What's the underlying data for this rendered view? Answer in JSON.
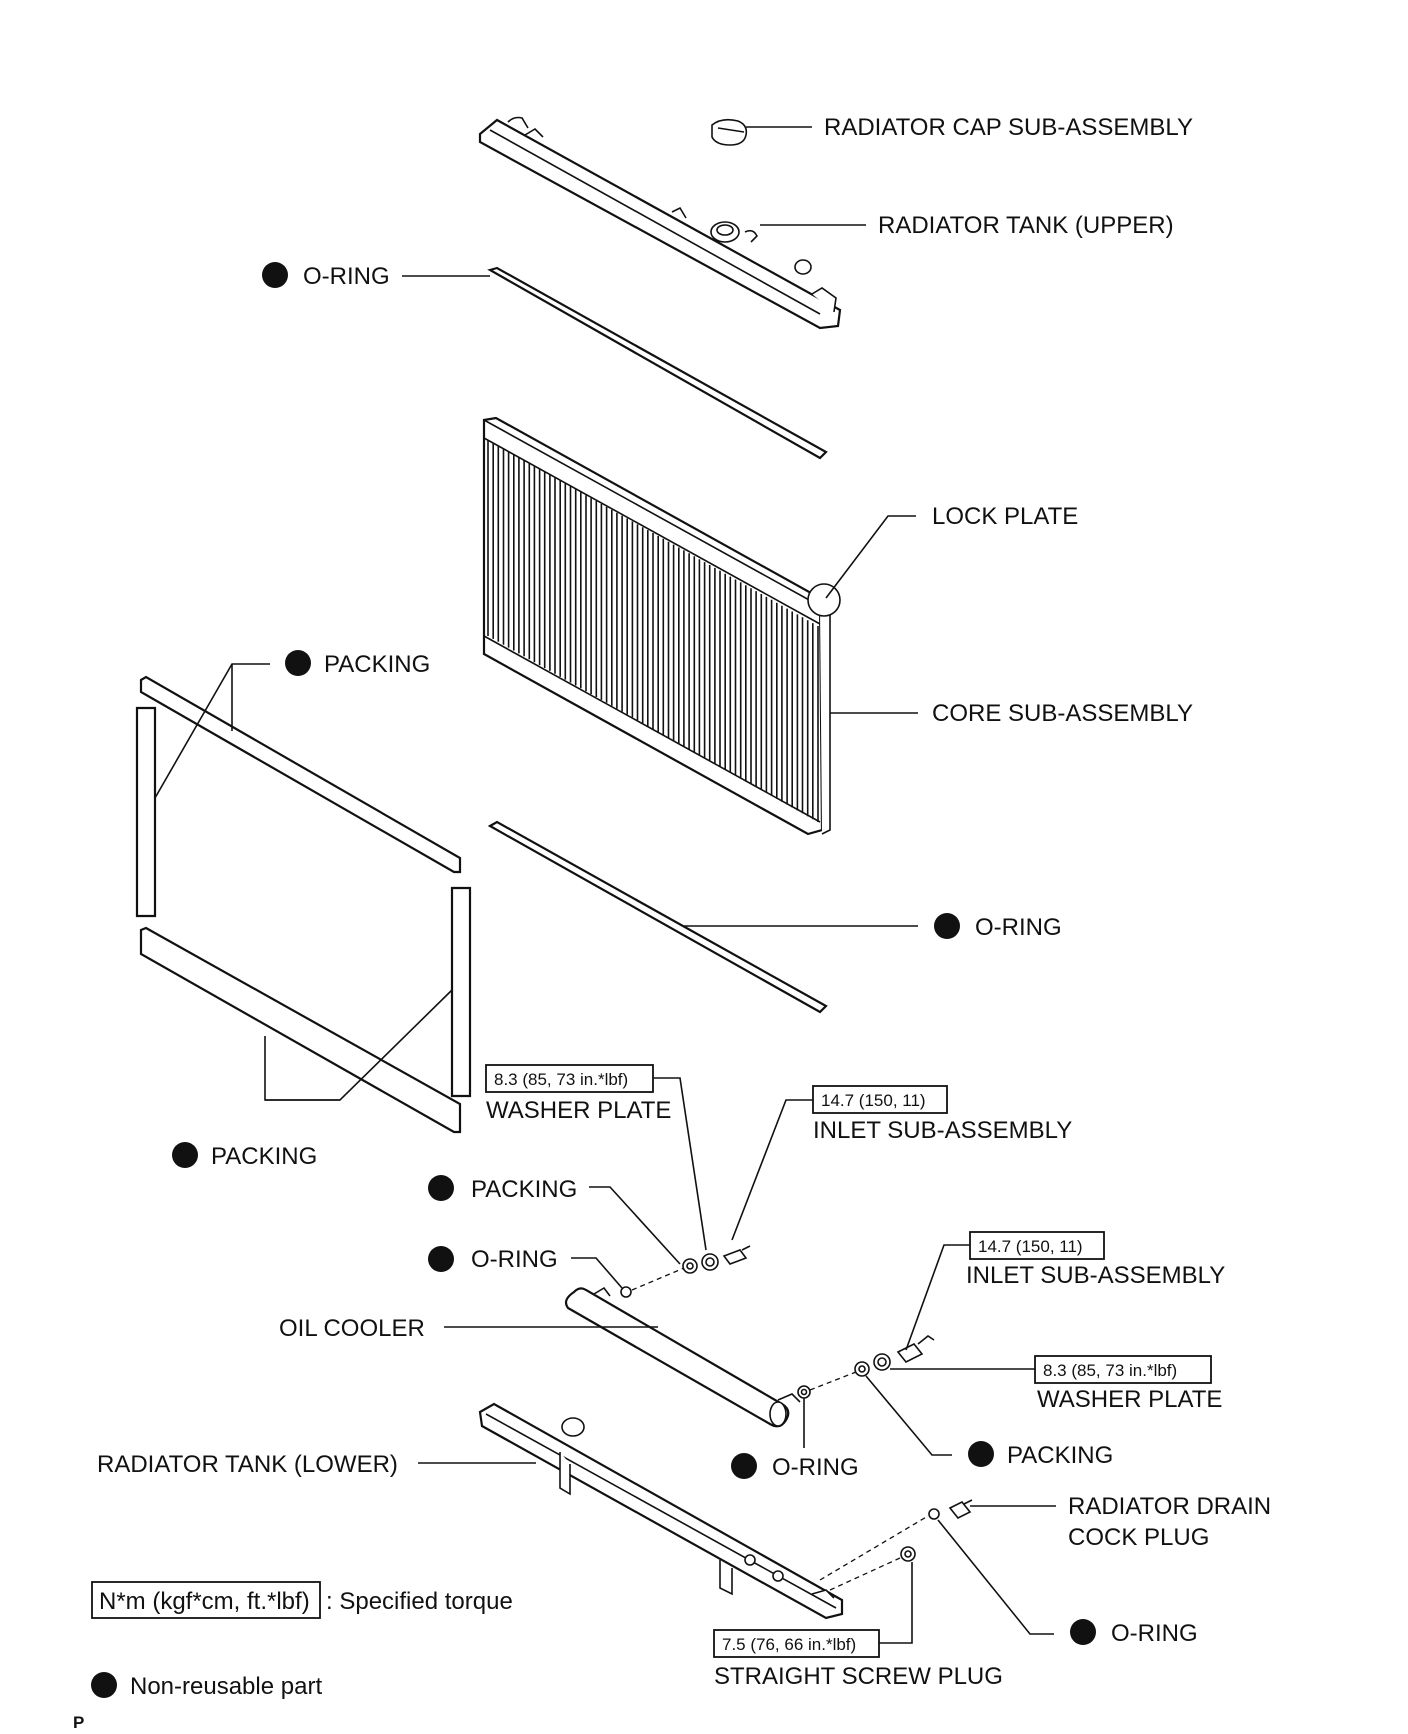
{
  "labels": {
    "radiator_cap": "RADIATOR CAP SUB-ASSEMBLY",
    "tank_upper": "RADIATOR TANK (UPPER)",
    "oring_top": "O-RING",
    "lock_plate": "LOCK PLATE",
    "packing_top": "PACKING",
    "core": "CORE SUB-ASSEMBLY",
    "oring_mid": "O-RING",
    "packing_bottom": "PACKING",
    "washer_plate_1": "WASHER PLATE",
    "inlet_1": "INLET SUB-ASSEMBLY",
    "packing_oc": "PACKING",
    "oring_oc": "O-RING",
    "oil_cooler": "OIL COOLER",
    "inlet_2": "INLET SUB-ASSEMBLY",
    "washer_plate_2": "WASHER PLATE",
    "tank_lower": "RADIATOR TANK (LOWER)",
    "oring_low": "O-RING",
    "packing_low": "PACKING",
    "drain_cock_1": "RADIATOR DRAIN",
    "drain_cock_2": "COCK PLUG",
    "oring_drain": "O-RING",
    "straight_screw": "STRAIGHT SCREW PLUG",
    "page_mark": "P"
  },
  "torques": {
    "washer_plate_1": "8.3 (85, 73 in.*lbf)",
    "inlet_1": "14.7 (150, 11)",
    "inlet_2": "14.7 (150, 11)",
    "washer_plate_2": "8.3 (85, 73 in.*lbf)",
    "straight_screw": "7.5 (76, 66 in.*lbf)"
  },
  "legend": {
    "torque_unit": "N*m (kgf*cm, ft.*lbf)",
    "torque_desc": ": Specified torque",
    "nonreusable": "Non-reusable part"
  }
}
